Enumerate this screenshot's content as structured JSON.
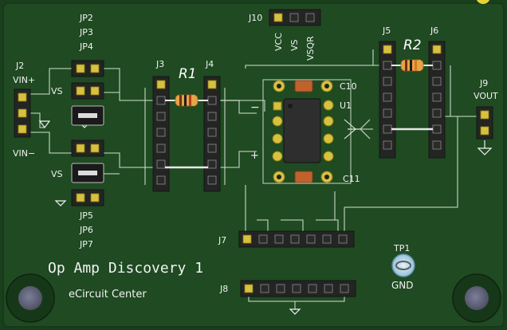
{
  "board": {
    "title": "Op Amp Discovery 1",
    "maker": "eCircuit Center",
    "colors": {
      "pcb": "#1f4a22",
      "pcb_edge": "#163a19",
      "silkscreen": "#f2f2f2",
      "trace": "#c9d8c6",
      "pad_gold": "#d8c040",
      "capacitor": "#c0622c",
      "ic_body": "#2e2e2e",
      "resistor_body": "#e8a24c",
      "testpoint": "#a6cde0"
    }
  },
  "labels": {
    "jp_top": [
      "JP2",
      "JP3",
      "JP4"
    ],
    "jp_bottom": [
      "JP5",
      "JP6",
      "JP7"
    ],
    "j2": "J2",
    "vin_plus": "VIN+",
    "vin_minus": "VIN−",
    "vs_top": "VS",
    "vs_bottom": "VS",
    "j3": "J3",
    "j4": "J4",
    "r1": "R1",
    "j10": "J10",
    "j10_pins": [
      "VCC",
      "VS",
      "VSQR"
    ],
    "j5": "J5",
    "j6": "J6",
    "r2": "R2",
    "c10": "C10",
    "c11": "C11",
    "u1": "U1",
    "minus": "−",
    "plus": "+",
    "j9": "J9",
    "vout": "VOUT",
    "j7": "J7",
    "j8": "J8",
    "tp1": "TP1",
    "gnd": "GND"
  }
}
